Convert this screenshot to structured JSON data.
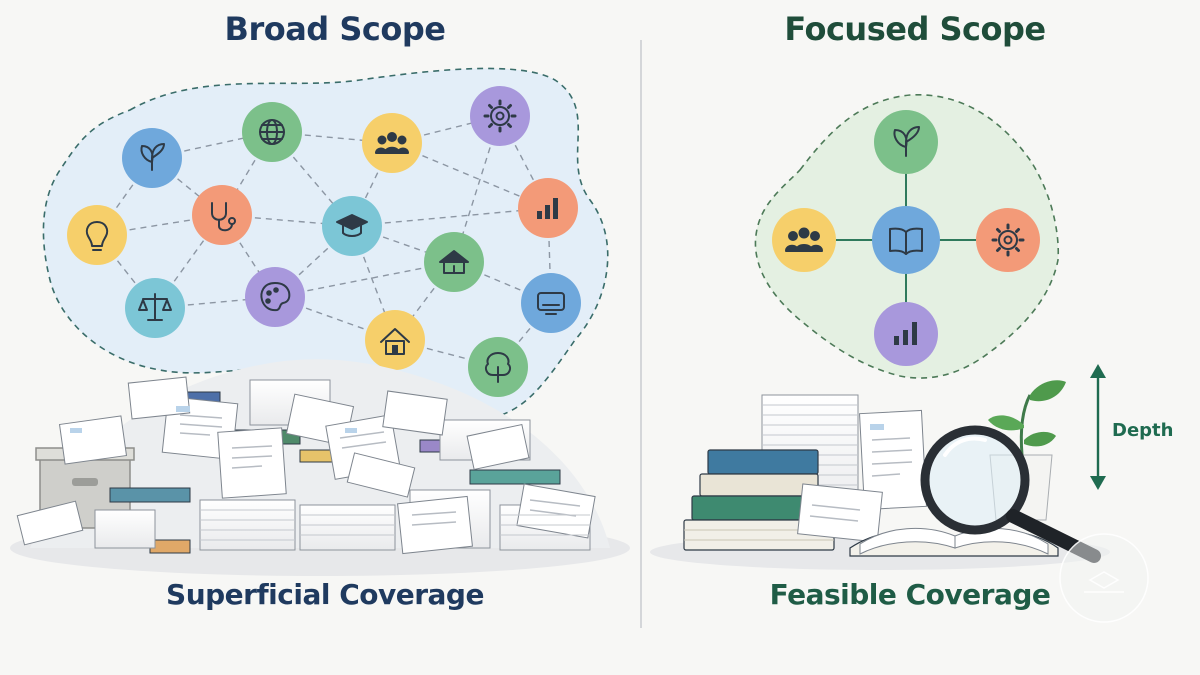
{
  "left": {
    "title": "Broad Scope",
    "caption": "Superficial Coverage",
    "title_color": "#1f3a5f",
    "cloud_fill": "#e3eef8",
    "icons": [
      "leaf-icon",
      "globe-icon",
      "people-icon",
      "gear-icon",
      "lightbulb-icon",
      "stethoscope-icon",
      "graduation-cap-icon",
      "bar-chart-icon",
      "scales-icon",
      "palette-icon",
      "school-icon",
      "monitor-icon",
      "house-icon",
      "tree-icon"
    ]
  },
  "right": {
    "title": "Focused Scope",
    "caption": "Feasible Coverage",
    "title_color": "#1f4d3a",
    "caption_color": "#1f5c46",
    "cloud_fill": "#e4f0e2",
    "depth_label": "Depth",
    "icons": [
      "leaf-icon",
      "people-icon",
      "book-icon",
      "gear-icon",
      "bar-chart-icon"
    ]
  },
  "colors": {
    "blue": "#6fa8dc",
    "green": "#7cc08a",
    "yellow": "#f6cf6a",
    "purple": "#a898dc",
    "orange": "#f39a78",
    "teal": "#7cc6d6",
    "ink": "#2e3a46",
    "connector": "#2f7a5c"
  }
}
